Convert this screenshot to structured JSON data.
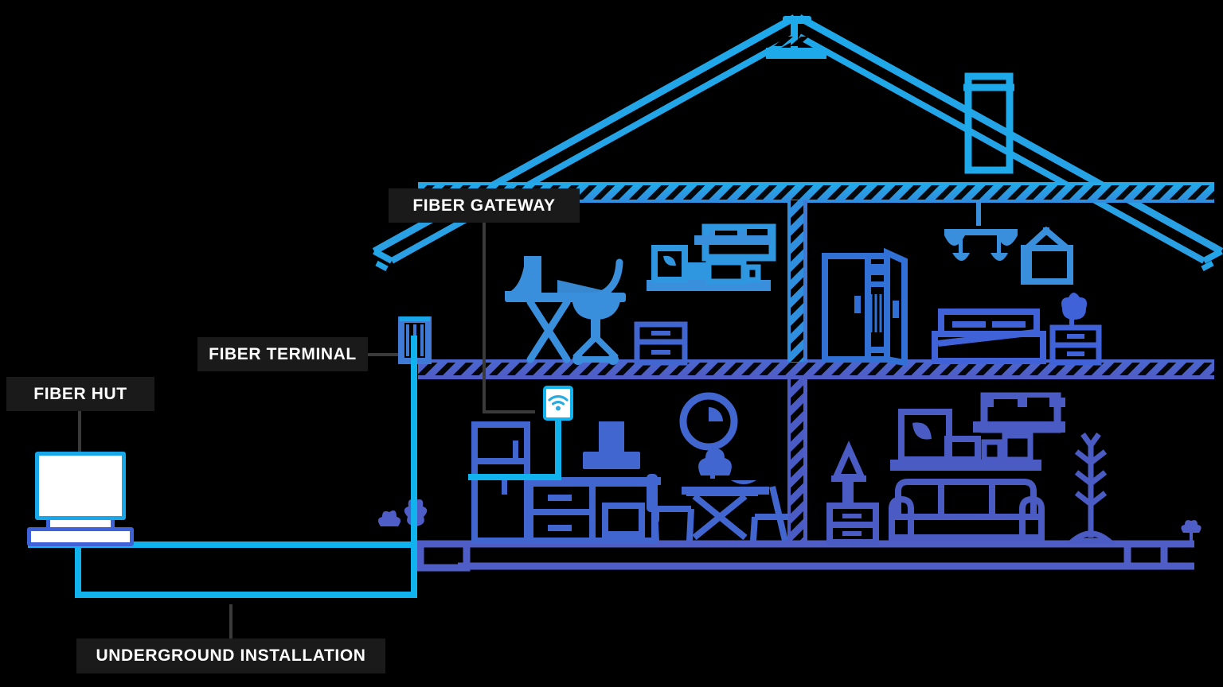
{
  "diagram": {
    "title": "Fiber to the home installation cutaway",
    "background_color": "#000000",
    "labels": [
      {
        "id": "fiber_gateway",
        "text": "FIBER GATEWAY"
      },
      {
        "id": "fiber_terminal",
        "text": "FIBER TERMINAL"
      },
      {
        "id": "fiber_hut",
        "text": "FIBER HUT"
      },
      {
        "id": "underground_installation",
        "text": "UNDERGROUND INSTALLATION"
      }
    ],
    "colors": {
      "label_background": "#1a1a1a",
      "label_text": "#ffffff",
      "leader_line": "#3a3a3a",
      "cyan": "#29abe2",
      "cyan_bright": "#11b3ef",
      "blue": "#3f62d8",
      "indigo": "#4a5bc4",
      "white": "#ffffff"
    },
    "icons": [
      {
        "id": "fiber_gateway_icon",
        "name": "wifi-icon",
        "fill": "#29abe2",
        "box_fill": "#ffffff",
        "box_border": "#11b3ef"
      },
      {
        "id": "fiber_hut_icon",
        "name": "cabinet-icon",
        "fill": "#ffffff",
        "border": "#18a8ea"
      }
    ],
    "elements": {
      "roof": "pitched gable roof with ridge bracket and overhanging eaves",
      "chimney": "chimney on right roof slope",
      "attic_ceiling": "hatched ceiling band",
      "mid_floor": "hatched mid floor band",
      "interior_wall": "hatched vertical partition wall",
      "foundation": "horizontal foundation band with entry box",
      "underground_cable": "cyan fiber drop routed underground from hut to terminal"
    },
    "rooms": [
      {
        "id": "office",
        "name": "Upstairs office",
        "items": [
          "desk",
          "monitor",
          "office-chair",
          "drawer-unit",
          "bookshelf",
          "books"
        ]
      },
      {
        "id": "bedroom",
        "name": "Upstairs bedroom",
        "items": [
          "wardrobe",
          "chandelier",
          "wall-picture",
          "bed",
          "pillows",
          "nightstand",
          "potted-plant"
        ]
      },
      {
        "id": "kitchen",
        "name": "Downstairs kitchen / dining",
        "items": [
          "refrigerator",
          "cabinets",
          "oven",
          "range-hood",
          "dining-table",
          "chairs",
          "wall-clock",
          "vase",
          "bowl"
        ]
      },
      {
        "id": "living_room",
        "name": "Downstairs living room",
        "items": [
          "floor-lamp",
          "nightstand",
          "sofa",
          "shelf",
          "framed-picture",
          "books",
          "potted-tree"
        ]
      }
    ]
  }
}
